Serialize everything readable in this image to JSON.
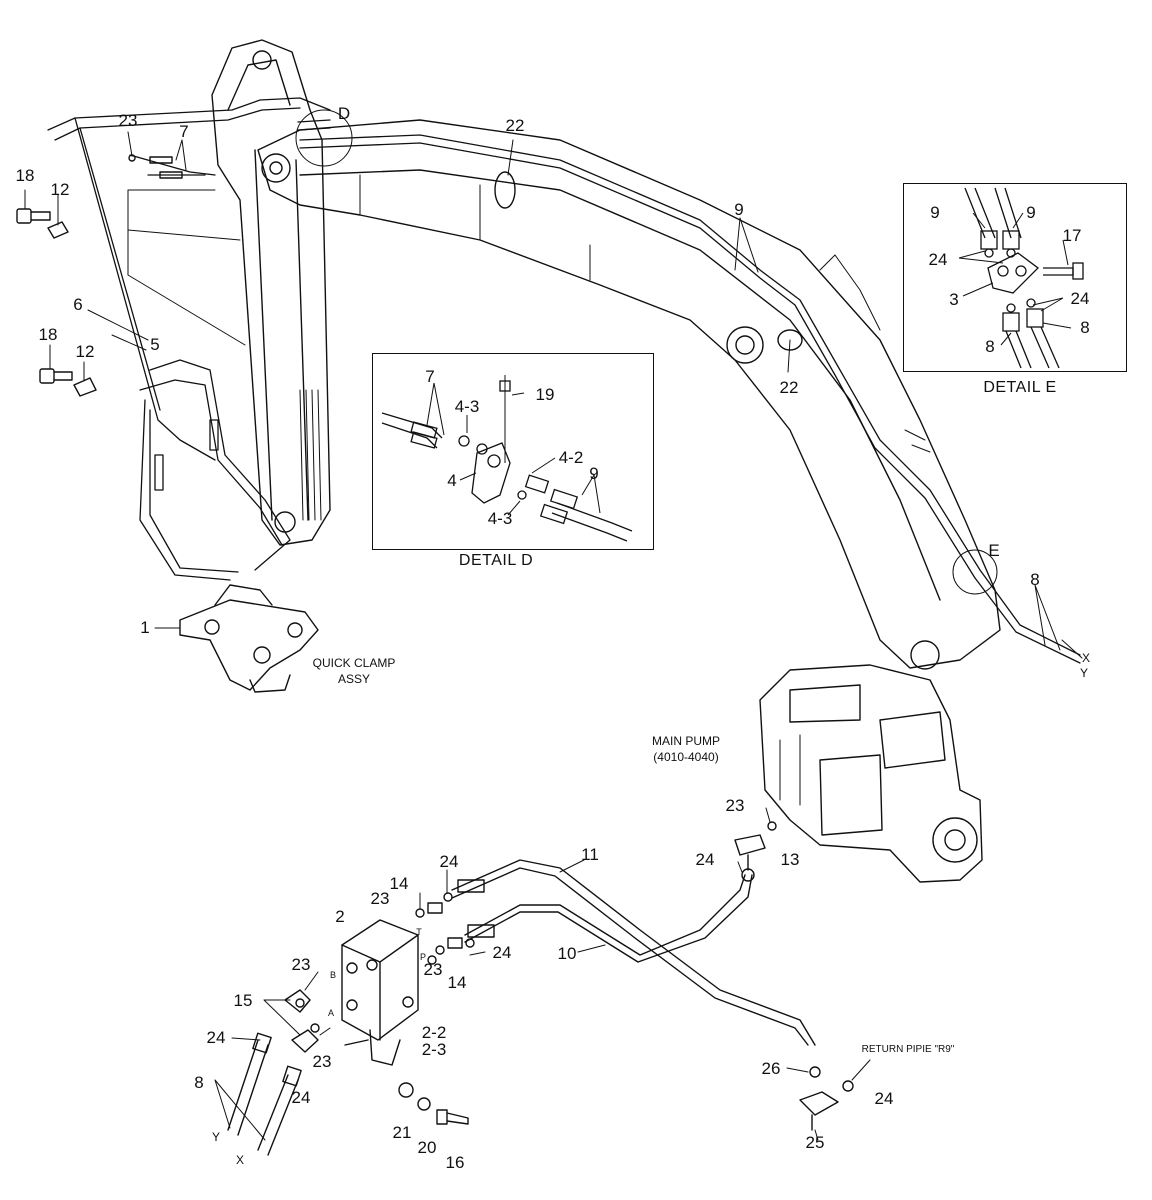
{
  "parts": {
    "p1": "1",
    "p2": "2",
    "p2_2": "2-2",
    "p2_3": "2-3",
    "p3": "3",
    "p4": "4",
    "p4_2": "4-2",
    "p4_3": "4-3",
    "p5": "5",
    "p6": "6",
    "p7": "7",
    "p8": "8",
    "p9": "9",
    "p10": "10",
    "p11": "11",
    "p12": "12",
    "p13": "13",
    "p14": "14",
    "p15": "15",
    "p16": "16",
    "p17": "17",
    "p18": "18",
    "p19": "19",
    "p20": "20",
    "p21": "21",
    "p22": "22",
    "p23": "23",
    "p24": "24",
    "p25": "25",
    "p26": "26"
  },
  "markers": {
    "d": "D",
    "e": "E",
    "x": "X",
    "y": "Y",
    "port_t": "T",
    "port_p": "P",
    "port_b": "B",
    "port_a": "A"
  },
  "details": {
    "detail_d": "DETAIL  D",
    "detail_e": "DETAIL  E"
  },
  "assemblies": {
    "quick_clamp_line1": "QUICK CLAMP",
    "quick_clamp_line2": "ASSY",
    "main_pump_line1": "MAIN PUMP",
    "main_pump_line2": "(4010-4040)",
    "return_pipe": "RETURN PIPIE \"R9\""
  }
}
